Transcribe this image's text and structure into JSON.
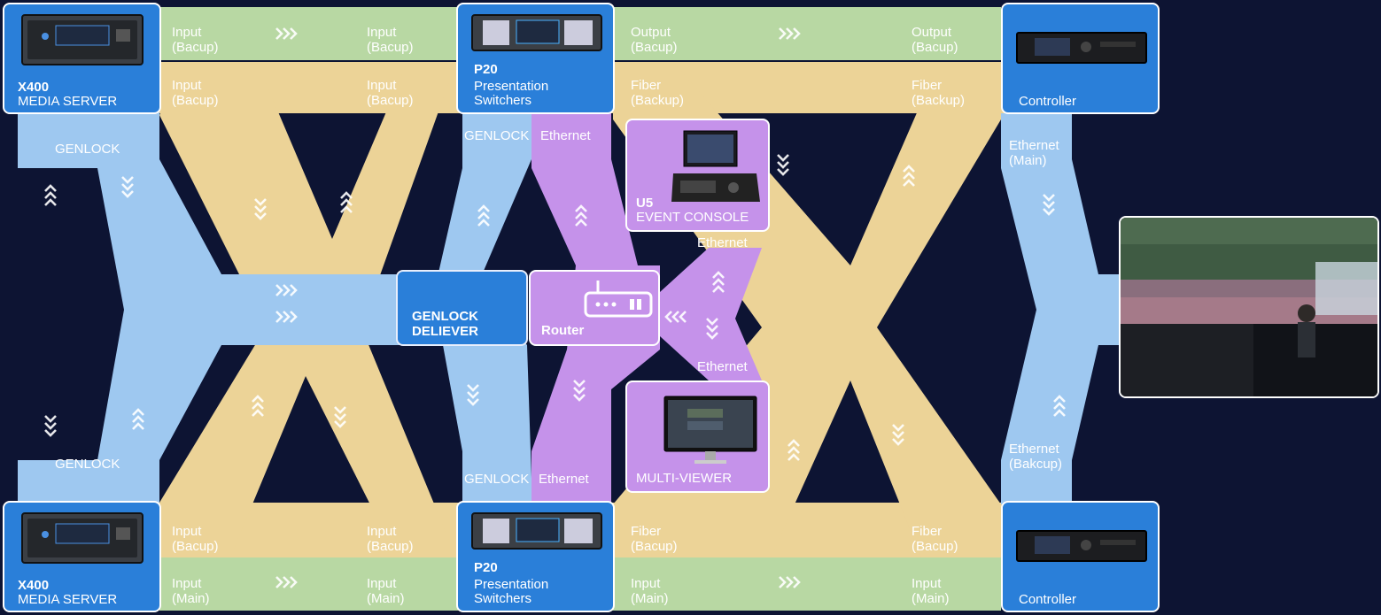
{
  "devices": {
    "x400_top": {
      "title": "X400",
      "subtitle": "MEDIA SERVER"
    },
    "x400_bottom": {
      "title": "X400",
      "subtitle": "MEDIA SERVER"
    },
    "p20_top": {
      "title": "P20",
      "subtitle": "Presentation\nSwitchers"
    },
    "p20_bottom": {
      "title": "P20",
      "subtitle": "Presentation\nSwitchers"
    },
    "controller_top": {
      "subtitle": "Controller"
    },
    "controller_bottom": {
      "subtitle": "Controller"
    },
    "u5": {
      "title": "U5",
      "subtitle": "EVENT CONSOLE"
    },
    "genlock_deliever": {
      "title": "GENLOCK\nDELIEVER"
    },
    "router": {
      "title": "Router"
    },
    "multiviewer": {
      "subtitle": "MULTI-VIEWER"
    }
  },
  "labels": {
    "input_bacup_1": "Input\n(Bacup)",
    "input_bacup_2": "Input\n(Bacup)",
    "input_bacup_3": "Input\n(Bacup)",
    "input_bacup_4": "Input\n(Bacup)",
    "output_bacup_1": "Output\n(Bacup)",
    "output_bacup_2": "Output\n(Bacup)",
    "fiber_backup_1": "Fiber\n(Backup)",
    "fiber_backup_2": "Fiber\n(Backup)",
    "genlock_1": "GENLOCK",
    "genlock_2": "GENLOCK",
    "genlock_3": "GENLOCK",
    "genlock_4": "GENLOCK",
    "ethernet_1": "Ethernet",
    "ethernet_2": "Ethernet",
    "ethernet_3": "Ethernet",
    "ethernet_4": "Ethernet",
    "ethernet_main": "Ethernet\n(Main)",
    "ethernet_bakcup": "Ethernet\n(Bakcup)",
    "input_bacup_5": "Input\n(Bacup)",
    "input_bacup_6": "Input\n(Bacup)",
    "fiber_bacup_1": "Fiber\n(Bacup)",
    "fiber_bacup_2": "Fiber\n(Bacup)",
    "input_main_1": "Input\n(Main)",
    "input_main_2": "Input\n(Main)",
    "input_main_3": "Input\n(Main)",
    "input_main_4": "Input\n(Main)"
  },
  "colors": {
    "background": "#0d1433",
    "green": "#b8d8a3",
    "yellow": "#ecd397",
    "light_blue": "#9ec8f0",
    "violet": "#c592ea",
    "device_blue": "#2a7fd9"
  },
  "icons": [
    "media-server-icon",
    "switcher-icon",
    "controller-icon",
    "event-console-icon",
    "router-icon",
    "monitor-icon",
    "concert-photo"
  ]
}
